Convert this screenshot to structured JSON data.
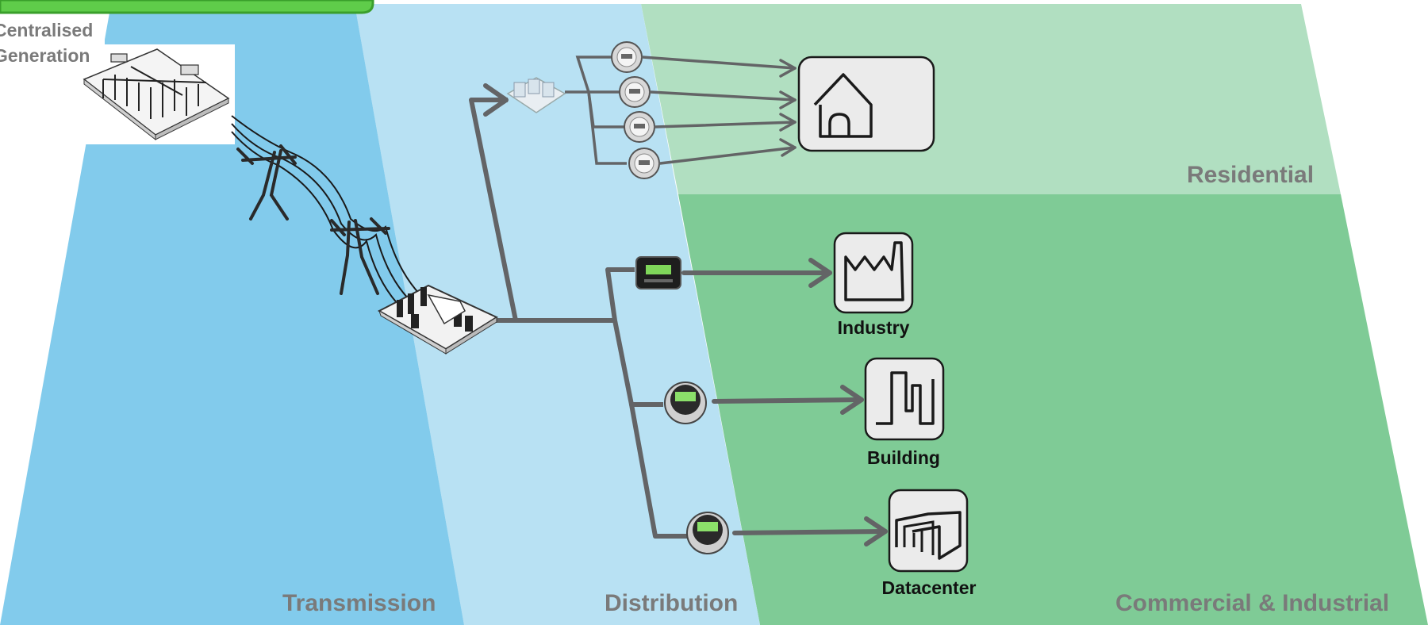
{
  "zones": {
    "transmission": "Transmission",
    "distribution": "Distribution",
    "residential": "Residential",
    "commercial_industrial": "Commercial & Industrial"
  },
  "generation": {
    "line1": "Centralised",
    "line2": "Generation"
  },
  "nodes": {
    "industry": "Industry",
    "building": "Building",
    "datacenter": "Datacenter"
  },
  "icons": [
    "power-plant-icon",
    "pylon-icon",
    "substation-icon",
    "pole-transformer-icon",
    "meter-icon",
    "smart-meter-icon",
    "home-icon",
    "factory-icon",
    "building-icon",
    "datacenter-icon"
  ],
  "colors": {
    "transmission_bg": "#82cbec",
    "distribution_bg": "#b8e1f3",
    "residential_bg": "#b1dfc1",
    "commercial_bg": "#7fcb96",
    "line": "#636466",
    "icon_box": "#ebebeb",
    "banner": "#5fcc4a"
  }
}
